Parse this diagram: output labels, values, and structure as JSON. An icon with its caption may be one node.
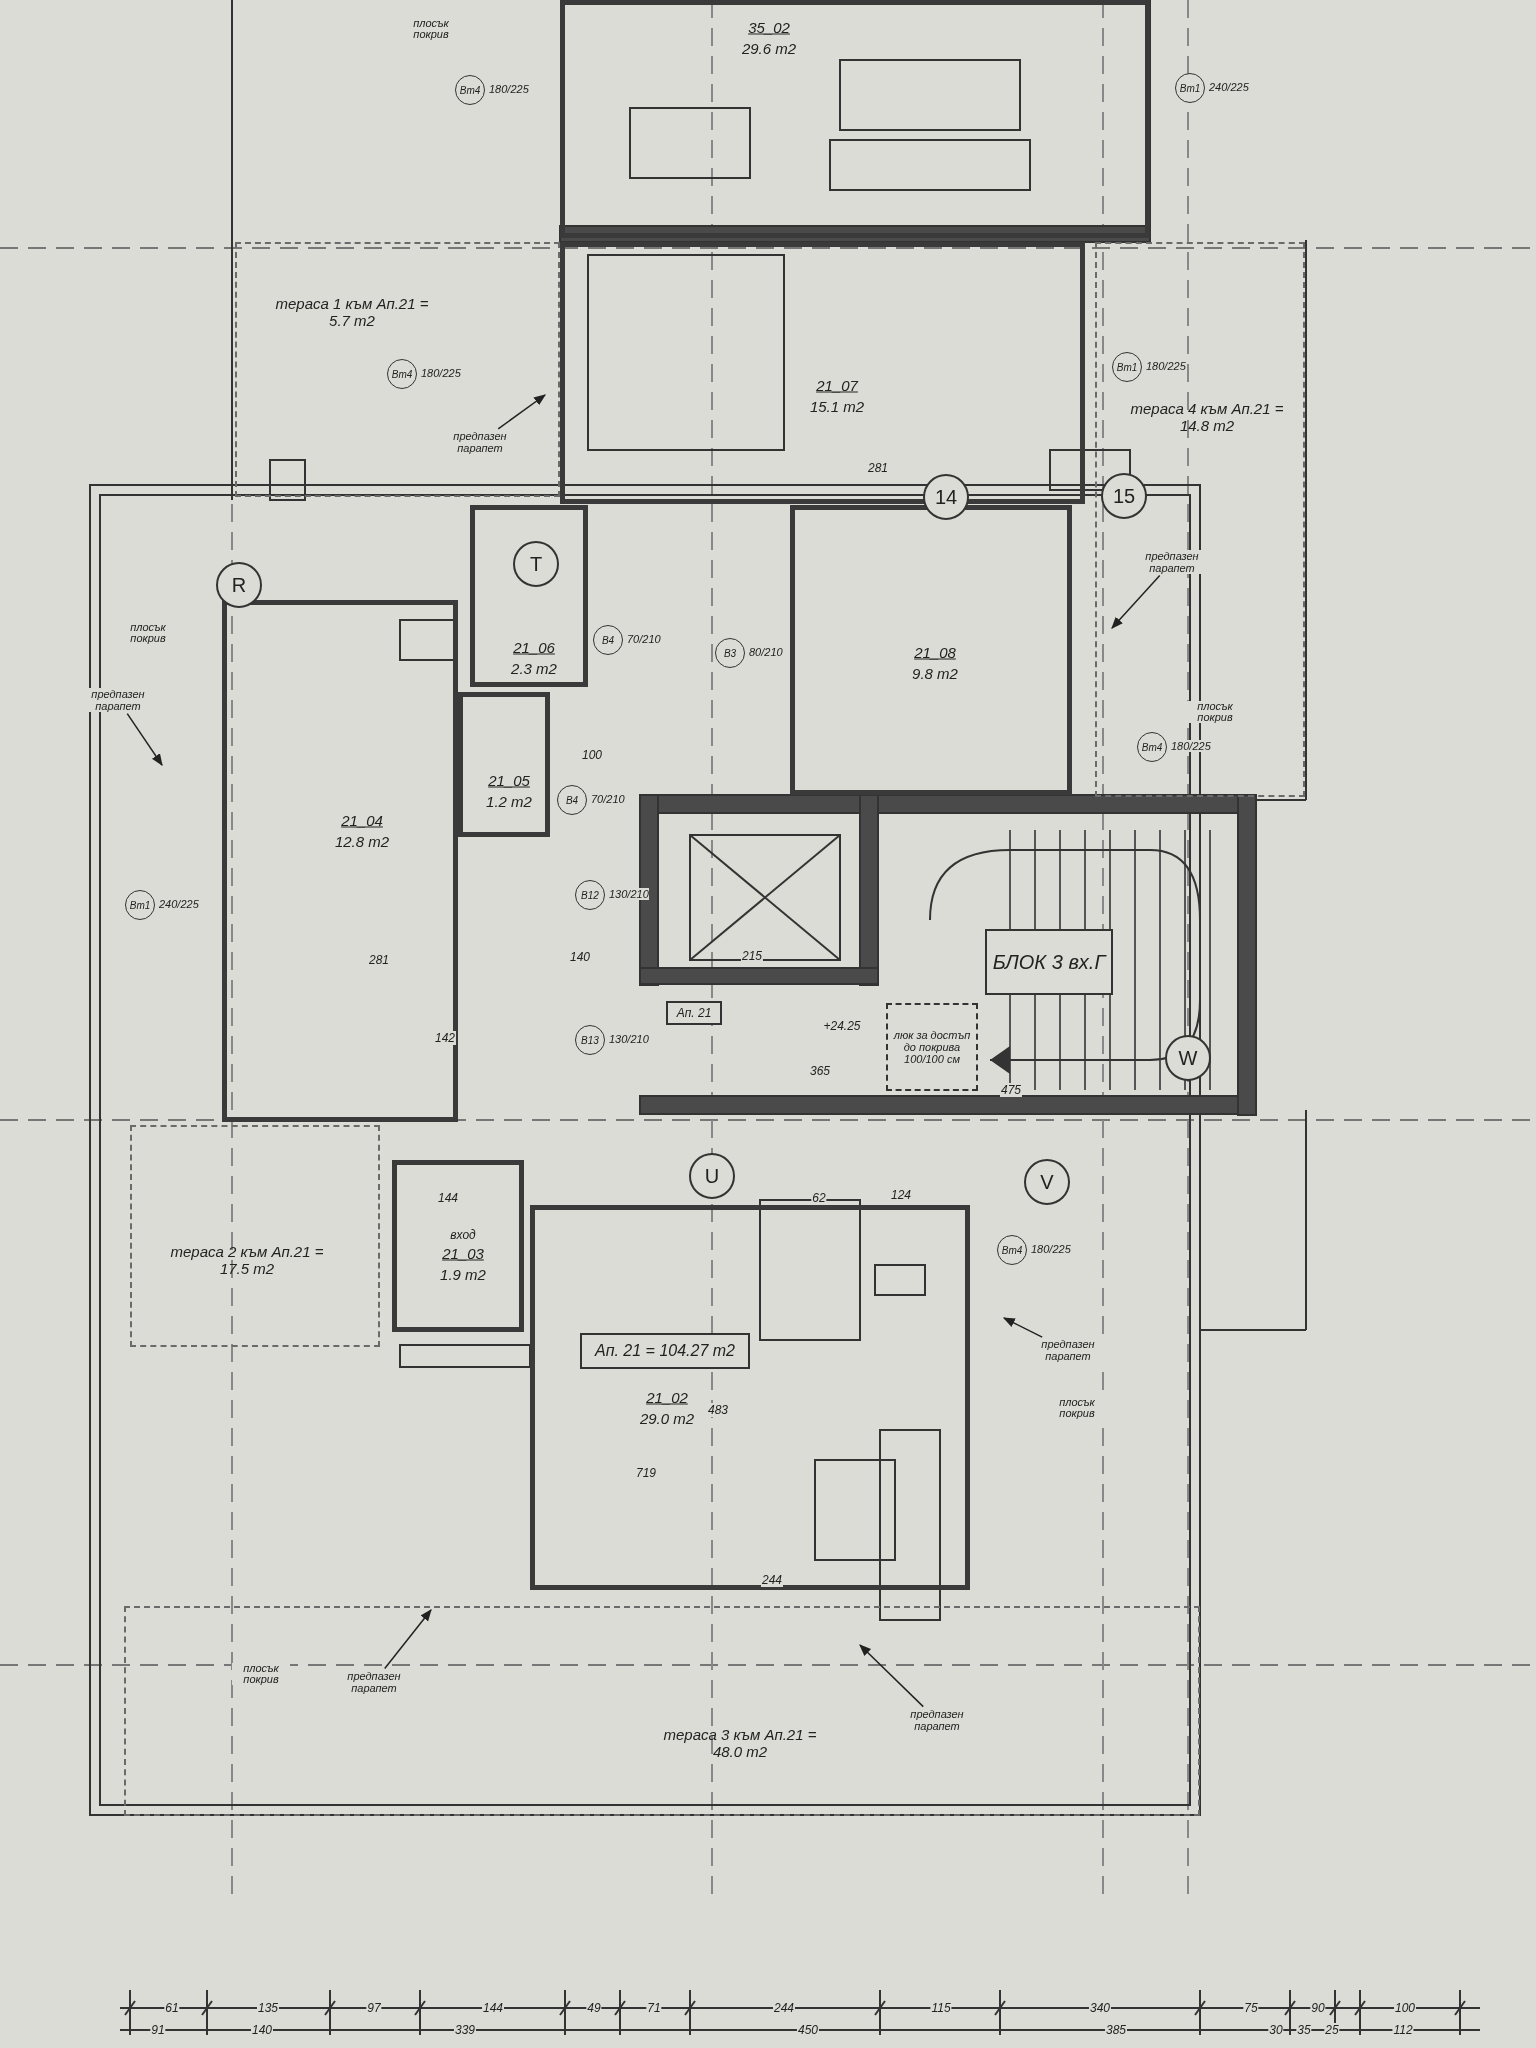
{
  "diagram": {
    "nodes": [
      {
        "text": [
          "35_02",
          "29.6 m2"
        ]
      },
      {
        "text": [
          "тераса 1 към Ап.21 = 5.7 m2"
        ]
      },
      {
        "text": [
          "21_07",
          "15.1 m2"
        ]
      },
      {
        "text": [
          "тераса 4 към Ап.21 = 14.8 m2"
        ]
      },
      {
        "text": [
          "21_06",
          "2.3 m2"
        ]
      },
      {
        "text": [
          "21_05",
          "1.2 m2"
        ]
      },
      {
        "text": [
          "21_04",
          "12.8 m2"
        ]
      },
      {
        "text": [
          "21_08",
          "9.8 m2"
        ]
      },
      {
        "text": [
          "БЛОК 3 вх.Г"
        ]
      },
      {
        "text": [
          "люк за достъп до покрива 100/100 см"
        ]
      },
      {
        "text": [
          "Ап. 21"
        ]
      },
      {
        "text": [
          "тераса 2 към Ап.21 = 17.5 m2"
        ]
      },
      {
        "text": [
          "вход",
          "21_03",
          "1.9 m2"
        ]
      },
      {
        "text": [
          "Ап. 21 = 104.27 m2"
        ],
        "in": 14
      },
      {
        "text": [
          "21_02",
          "29.0 m2"
        ]
      },
      {
        "text": [
          "тераса 3 към Ап.21 = 48.0 m2"
        ]
      },
      {
        "text": [
          "R"
        ]
      },
      {
        "text": [
          "T"
        ],
        "in": 4
      },
      {
        "text": [
          "14"
        ]
      },
      {
        "text": [
          "15"
        ],
        "in": 3
      },
      {
        "text": [
          "U"
        ]
      },
      {
        "text": [
          "V"
        ]
      },
      {
        "text": [
          "W"
        ]
      },
      {
        "text": [
          "предпазен парапет"
        ],
        "in": 1
      },
      {
        "text": [
          "предпазен парапет"
        ]
      },
      {
        "text": [
          "предпазен парапет"
        ],
        "in": 3
      },
      {
        "text": [
          "предпазен парапет"
        ]
      },
      {
        "text": [
          "предпазен парапет"
        ],
        "in": 15
      },
      {
        "text": [
          "предпазен парапет"
        ],
        "in": 15
      },
      {
        "text": [
          "Вт4"
        ],
        "beside": [
          "180/225"
        ]
      },
      {
        "text": [
          "Вт1"
        ],
        "beside": [
          "240/225"
        ]
      },
      {
        "text": [
          "Вт4"
        ],
        "beside": [
          "180/225"
        ],
        "in": 1
      },
      {
        "text": [
          "Вт1"
        ],
        "beside": [
          "180/225"
        ],
        "in": 3
      },
      {
        "text": [
          "В4"
        ],
        "beside": [
          "70/210"
        ]
      },
      {
        "text": [
          "В3"
        ],
        "beside": [
          "80/210"
        ]
      },
      {
        "text": [
          "В4"
        ],
        "beside": [
          "70/210"
        ]
      },
      {
        "text": [
          "Вт1"
        ],
        "beside": [
          "240/225"
        ]
      },
      {
        "text": [
          "Вт4"
        ],
        "beside": [
          "180/225"
        ],
        "in": 3
      },
      {
        "text": [
          "В12"
        ],
        "beside": [
          "130/210"
        ]
      },
      {
        "text": [
          "В13"
        ],
        "beside": [
          "130/210"
        ]
      },
      {
        "text": [
          "Вт4"
        ],
        "beside": [
          "180/225"
        ]
      }
    ],
    "edges": [
      {
        "from": 23,
        "to": null,
        "arrow": "to"
      },
      {
        "from": 24,
        "to": null,
        "arrow": "to"
      },
      {
        "from": 25,
        "to": null,
        "arrow": "to"
      },
      {
        "from": 26,
        "to": null,
        "arrow": "to"
      },
      {
        "from": 27,
        "to": null,
        "arrow": "to"
      },
      {
        "from": 28,
        "to": null,
        "arrow": "to"
      }
    ],
    "labels": [
      "плосък покрив",
      "плосък покрив",
      "плосък покрив",
      "281",
      "100",
      "281",
      "140",
      "215",
      "142",
      "+24.25",
      "365",
      "475",
      "144",
      "62",
      "124",
      "плосък покрив",
      "483",
      "719",
      "244",
      "плосък покрив",
      "61",
      "135",
      "97",
      "144",
      "49",
      "71",
      "244",
      "115",
      "340",
      "75",
      "90",
      "100",
      "91",
      "140",
      "339",
      "450",
      "385",
      "30",
      "35",
      "25",
      "112"
    ]
  }
}
